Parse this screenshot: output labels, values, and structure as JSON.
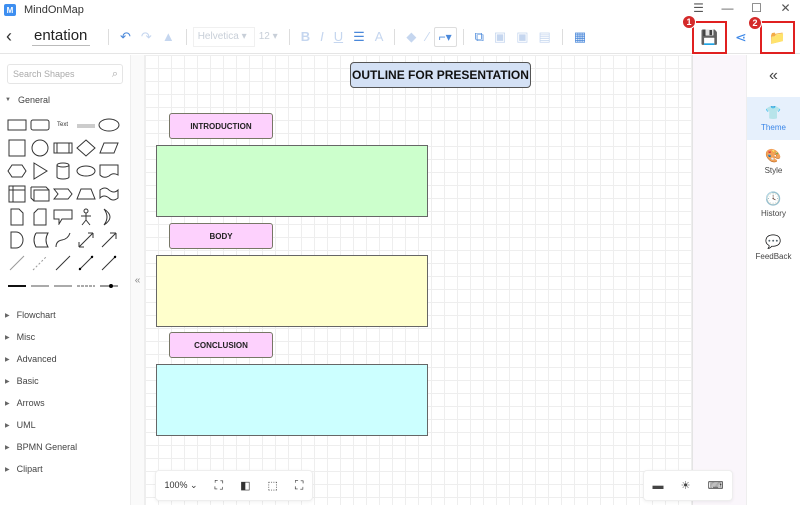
{
  "app": {
    "title": "MindOnMap",
    "logo": "M"
  },
  "window_controls": {
    "menu": "☰",
    "minimize": "—",
    "maximize": "☐",
    "close": "✕"
  },
  "toolbar": {
    "back": "‹",
    "doc_name": "entation",
    "font": "Helvetica",
    "font_size": "12",
    "badges": {
      "save": "1",
      "export": "2"
    },
    "icons": [
      "undo-icon",
      "redo-icon",
      "format-painter-icon",
      "bold-icon",
      "italic-icon",
      "underline-icon",
      "align-icon",
      "font-color-icon",
      "fill-icon",
      "line-color-icon",
      "connector-icon",
      "arrange-icon",
      "front-icon",
      "back-icon",
      "lock-icon",
      "table-icon",
      "save-icon",
      "share-icon",
      "export-icon"
    ]
  },
  "sidebar": {
    "search_placeholder": "Search Shapes",
    "general": "General",
    "text_shape": "Text",
    "categories": [
      "Flowchart",
      "Misc",
      "Advanced",
      "Basic",
      "Arrows",
      "UML",
      "BPMN General",
      "Clipart"
    ],
    "collapse": "«"
  },
  "canvas": {
    "title": "OUTLINE FOR PRESENTATION",
    "sections": [
      {
        "label": "INTRODUCTION",
        "color": "#ccffcc"
      },
      {
        "label": "BODY",
        "color": "#ffffcc"
      },
      {
        "label": "CONCLUSION",
        "color": "#ccffff"
      }
    ],
    "title_color": "#d4e1f5",
    "label_color": "#fdd1fd"
  },
  "right_panel": {
    "collapse": "«",
    "items": [
      {
        "label": "Theme",
        "icon": "👕"
      },
      {
        "label": "Style",
        "icon": "🎨"
      },
      {
        "label": "History",
        "icon": "🕓"
      },
      {
        "label": "FeedBack",
        "icon": "💬"
      }
    ]
  },
  "zoom": {
    "level": "100%"
  },
  "colors": {
    "accent": "#3a86e8",
    "highlight": "#e02020"
  }
}
